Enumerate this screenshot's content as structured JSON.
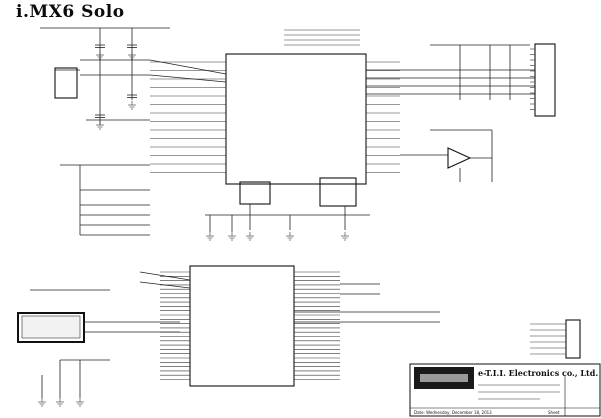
{
  "title": "i.MX6 Solo",
  "title_block": {
    "company": "e-T.I.I. Electronics co., Ltd.",
    "date_line": "Date: Wednesday, December 18, 2013",
    "sheet_label": "Sheet"
  }
}
